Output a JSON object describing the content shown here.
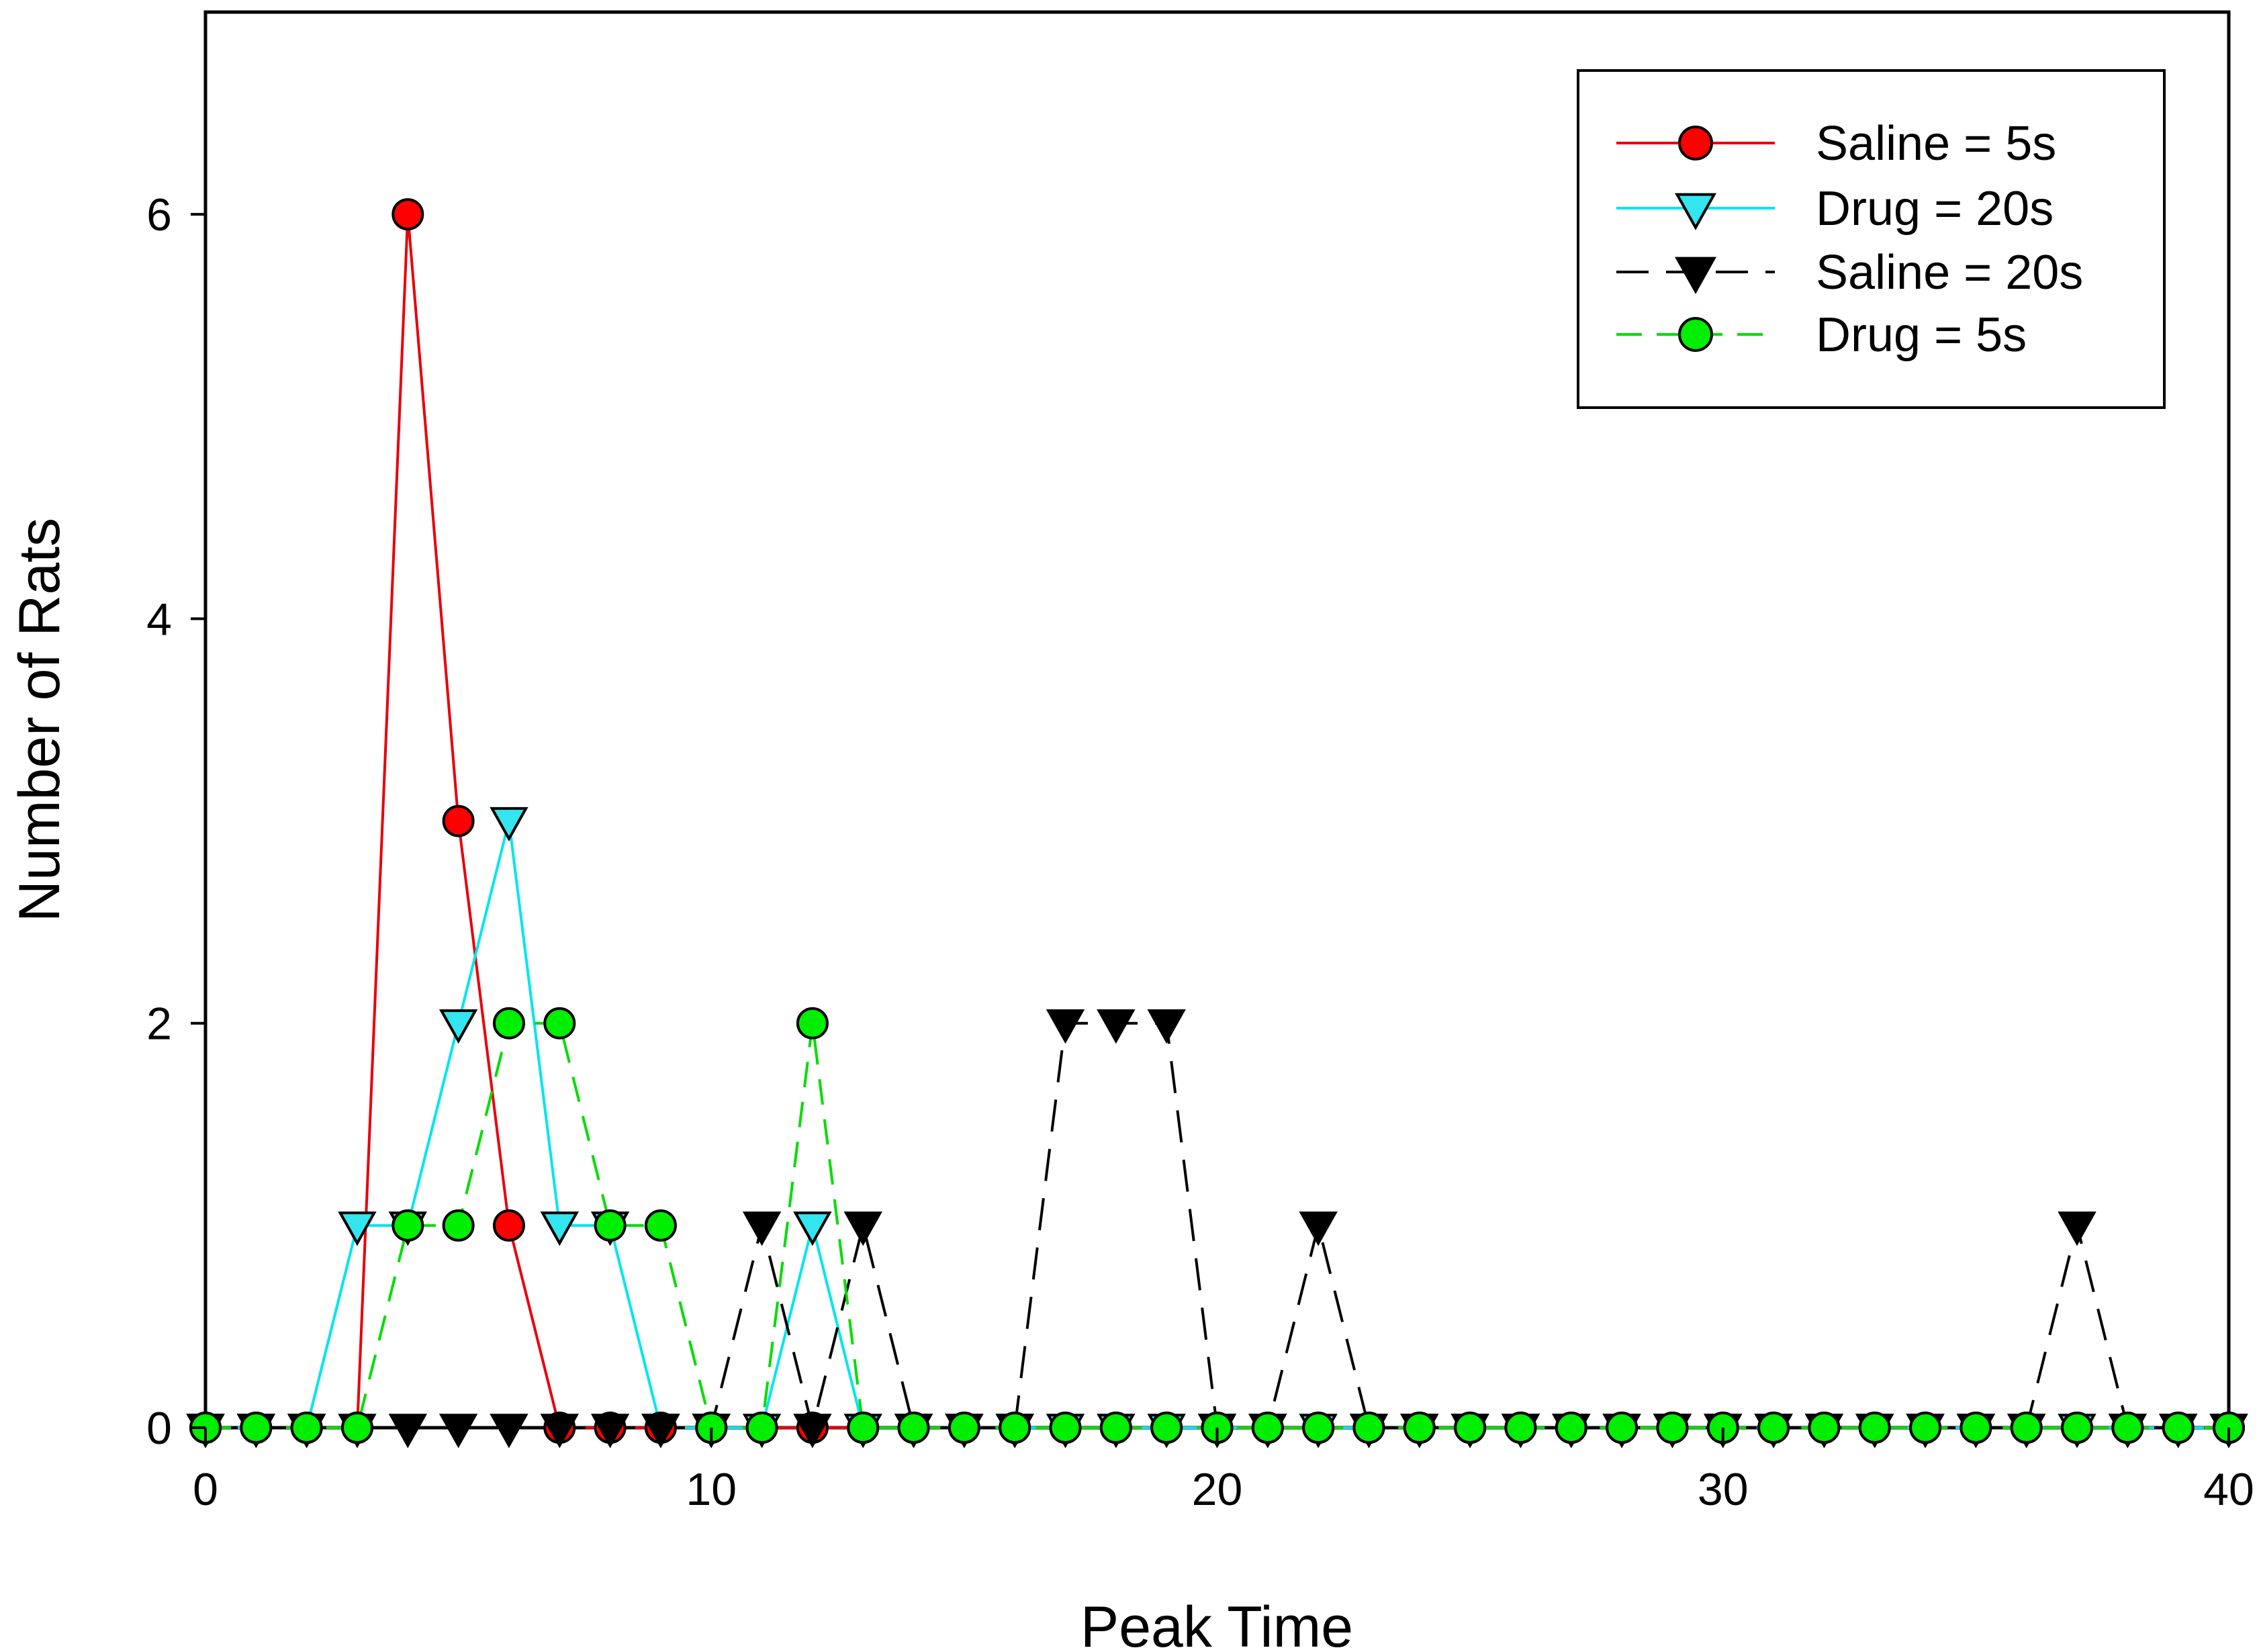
{
  "chart_data": {
    "type": "line",
    "title": "",
    "xlabel": "Peak Time",
    "ylabel": "Number of Rats",
    "xlim": [
      0,
      40
    ],
    "ylim": [
      0,
      7
    ],
    "x_ticks": [
      0,
      10,
      20,
      30,
      40
    ],
    "y_ticks": [
      0,
      2,
      4,
      6
    ],
    "grid": false,
    "legend_position": "top-right",
    "x": [
      0,
      1,
      2,
      3,
      4,
      5,
      6,
      7,
      8,
      9,
      10,
      11,
      12,
      13,
      14,
      15,
      16,
      17,
      18,
      19,
      20,
      21,
      22,
      23,
      24,
      25,
      26,
      27,
      28,
      29,
      30,
      31,
      32,
      33,
      34,
      35,
      36,
      37,
      38,
      39,
      40
    ],
    "series": [
      {
        "name": "Saline = 5s",
        "line_color": "#e8000b",
        "marker_fill": "#ff0000",
        "marker": "circle",
        "dash": "solid",
        "values": [
          0,
          0,
          0,
          0,
          6,
          3,
          1,
          0,
          0,
          0,
          0,
          0,
          0,
          0,
          0,
          0,
          0,
          0,
          0,
          0,
          0,
          0,
          0,
          0,
          0,
          0,
          0,
          0,
          0,
          0,
          0,
          0,
          0,
          0,
          0,
          0,
          0,
          0,
          0,
          0,
          0
        ]
      },
      {
        "name": "Drug = 20s",
        "line_color": "#00e5ee",
        "marker_fill": "#33e5ee",
        "marker": "triangle-down-open",
        "dash": "solid",
        "values": [
          0,
          0,
          0,
          1,
          1,
          2,
          3,
          1,
          1,
          0,
          0,
          0,
          1,
          0,
          0,
          0,
          0,
          0,
          0,
          0,
          0,
          0,
          0,
          0,
          0,
          0,
          0,
          0,
          0,
          0,
          0,
          0,
          0,
          0,
          0,
          0,
          0,
          0,
          0,
          0,
          0
        ]
      },
      {
        "name": "Saline = 20s",
        "line_color": "#000000",
        "marker_fill": "#000000",
        "marker": "triangle-down-filled",
        "dash": "long-dash",
        "values": [
          0,
          0,
          0,
          0,
          0,
          0,
          0,
          0,
          0,
          0,
          0,
          1,
          0,
          1,
          0,
          0,
          0,
          2,
          2,
          2,
          0,
          0,
          1,
          0,
          0,
          0,
          0,
          0,
          0,
          0,
          0,
          0,
          0,
          0,
          0,
          0,
          0,
          1,
          0,
          0,
          0
        ]
      },
      {
        "name": "Drug = 5s",
        "line_color": "#00dd00",
        "marker_fill": "#00ee00",
        "marker": "circle",
        "dash": "dash",
        "values": [
          0,
          0,
          0,
          0,
          1,
          1,
          2,
          2,
          1,
          1,
          0,
          0,
          2,
          0,
          0,
          0,
          0,
          0,
          0,
          0,
          0,
          0,
          0,
          0,
          0,
          0,
          0,
          0,
          0,
          0,
          0,
          0,
          0,
          0,
          0,
          0,
          0,
          0,
          0,
          0,
          0
        ]
      }
    ]
  }
}
